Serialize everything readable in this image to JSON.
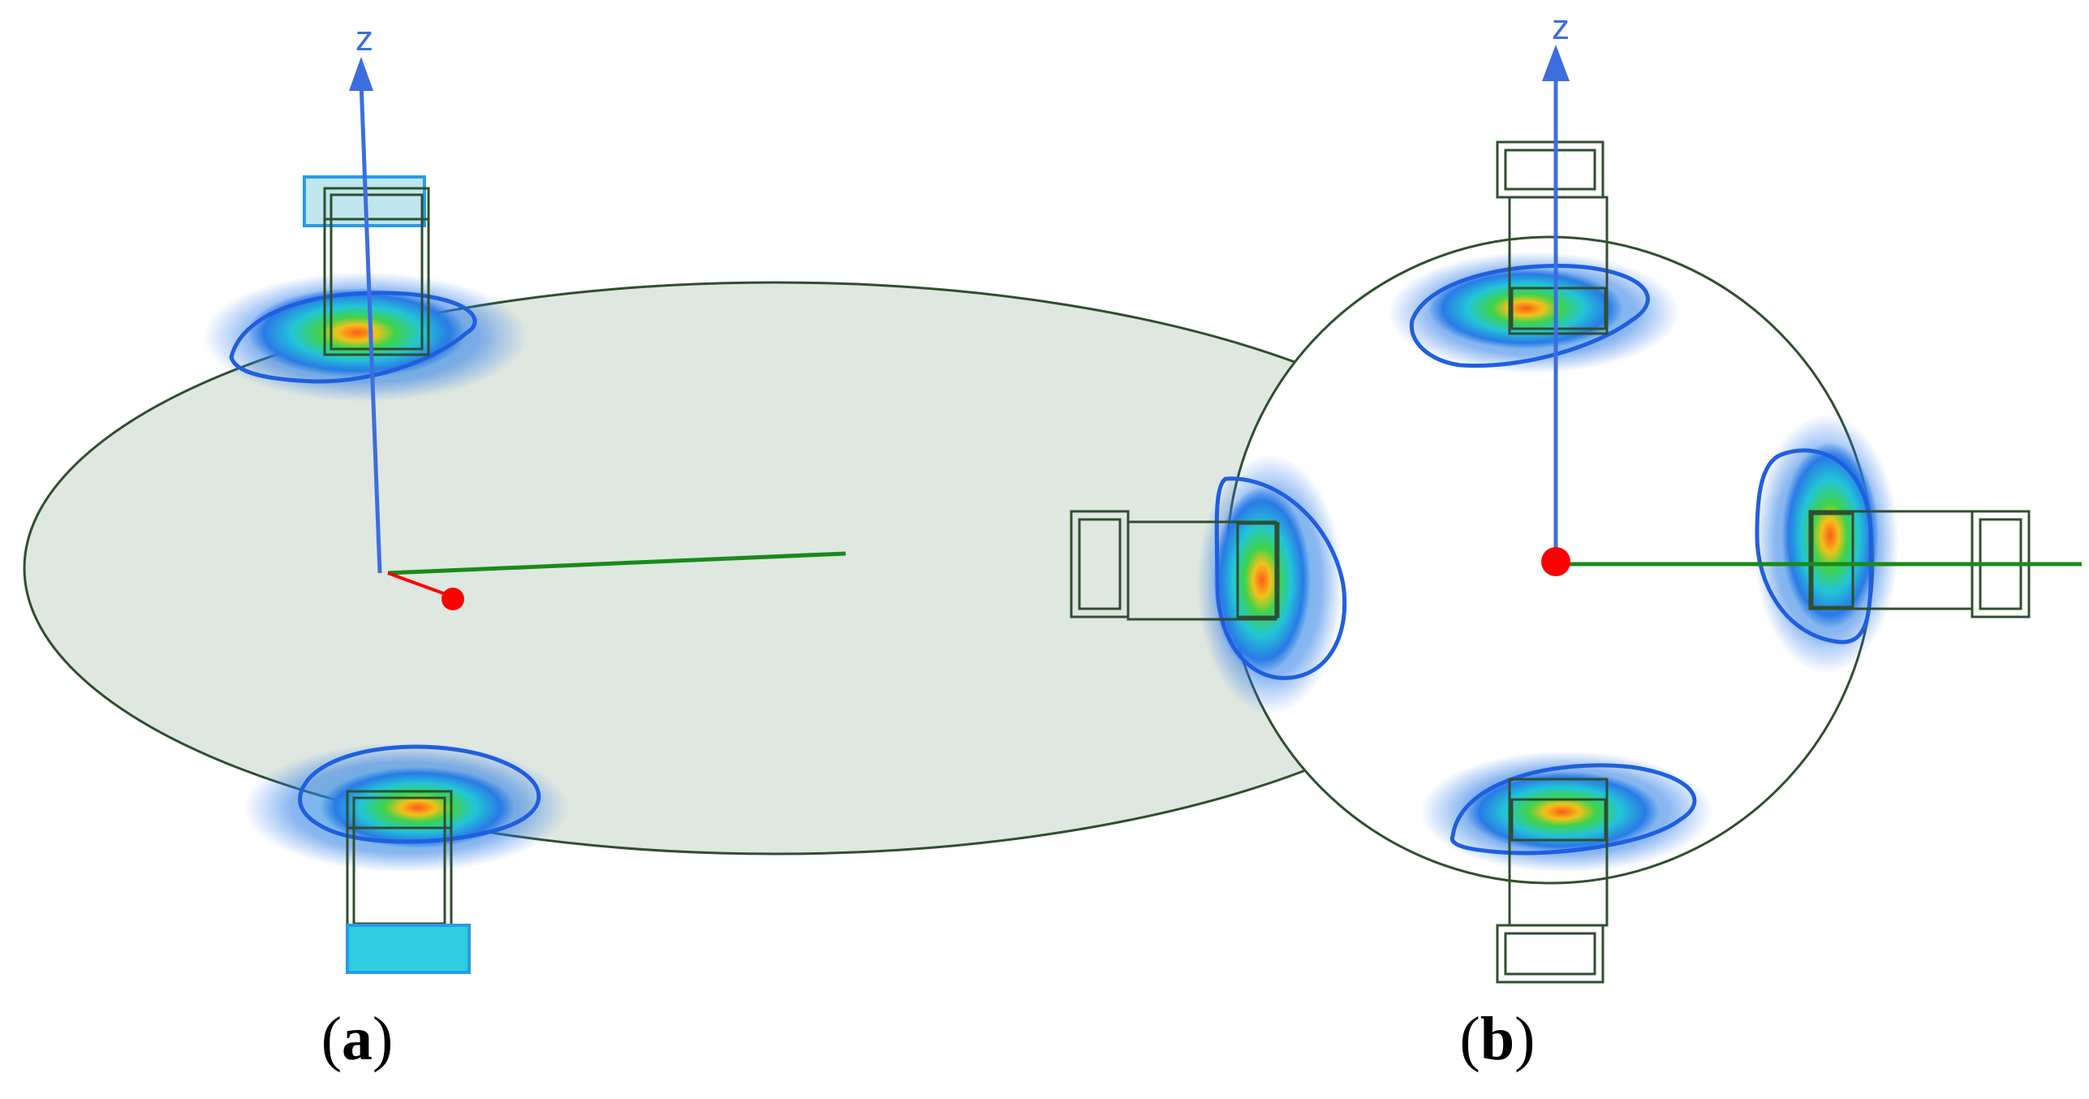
{
  "panels": [
    {
      "id": "a",
      "caption_open": "(",
      "caption_letter": "a",
      "caption_close": ")",
      "axis_label": "z"
    },
    {
      "id": "b",
      "caption_open": "(",
      "caption_letter": "b",
      "caption_close": ")",
      "axis_label": "z"
    }
  ],
  "colors": {
    "ground_plane_fill": "#dfe7e1",
    "outline": "#2f4f2f",
    "z_axis": "#3c6ee0",
    "y_axis": "#1a8a1a",
    "x_axis": "#ff0000",
    "field_low": "#1f5fe0",
    "field_mid": "#22c4d8",
    "field_high_1": "#3fd34a",
    "field_high_2": "#e8e020",
    "field_max": "#ff5a1a"
  }
}
